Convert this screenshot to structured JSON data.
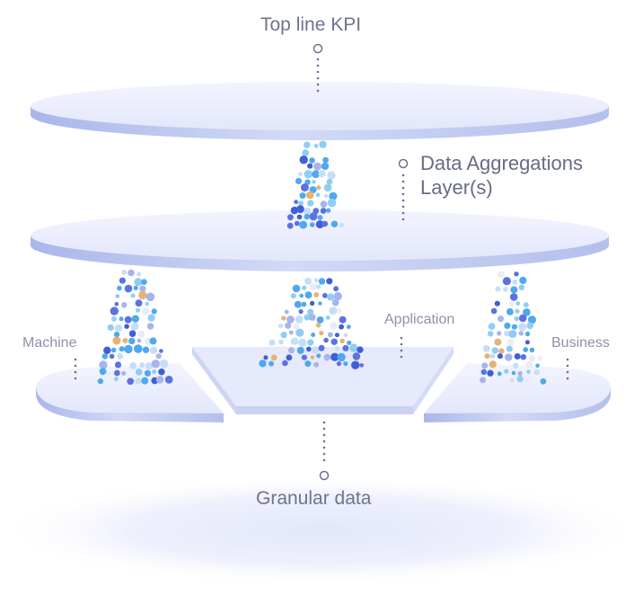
{
  "labels": {
    "top_kpi": "Top line KPI",
    "aggregation_line1": "Data Aggregations",
    "aggregation_line2": "Layer(s)",
    "machine": "Machine",
    "application": "Application",
    "business": "Business",
    "granular": "Granular data"
  },
  "colors": {
    "disc_top": "#ebeefc",
    "disc_side": "#bcc7ef",
    "dot_palette": [
      "#5b73df",
      "#4ea9ee",
      "#8fcdf4",
      "#a7b4ec",
      "#c6ddf8",
      "#e9ecf7",
      "#e5b374",
      "#3f5fd6"
    ],
    "marker": "#6d7190"
  }
}
